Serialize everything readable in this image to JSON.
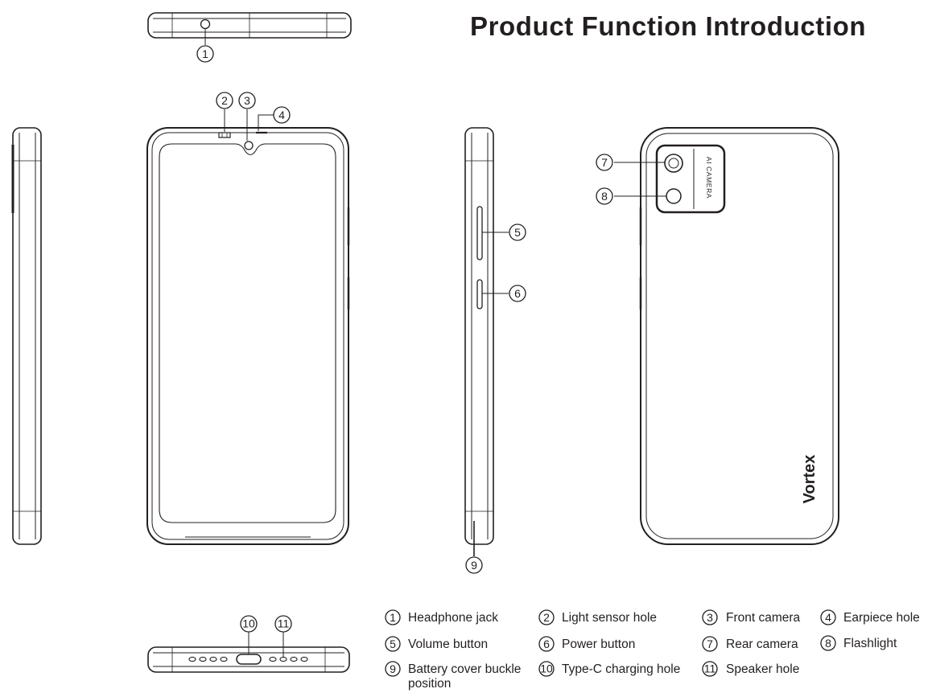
{
  "title": "Product Function Introduction",
  "brand_logo": "Vortex",
  "camera_label": "AI CAMERA",
  "colors": {
    "line": "#231f20",
    "background": "#ffffff"
  },
  "markers": {
    "m1": "1",
    "m2": "2",
    "m3": "3",
    "m4": "4",
    "m5": "5",
    "m6": "6",
    "m7": "7",
    "m8": "8",
    "m9": "9",
    "m10": "10",
    "m11": "11"
  },
  "legend": [
    {
      "num": "1",
      "label": "Headphone jack"
    },
    {
      "num": "2",
      "label": "Light sensor hole"
    },
    {
      "num": "3",
      "label": "Front camera"
    },
    {
      "num": "4",
      "label": "Earpiece hole"
    },
    {
      "num": "5",
      "label": "Volume button"
    },
    {
      "num": "6",
      "label": "Power button"
    },
    {
      "num": "7",
      "label": "Rear camera"
    },
    {
      "num": "8",
      "label": "Flashlight"
    },
    {
      "num": "9",
      "label": "Battery cover buckle",
      "label2": "position"
    },
    {
      "num": "10",
      "label": "Type-C charging hole"
    },
    {
      "num": "11",
      "label": "Speaker hole"
    }
  ]
}
